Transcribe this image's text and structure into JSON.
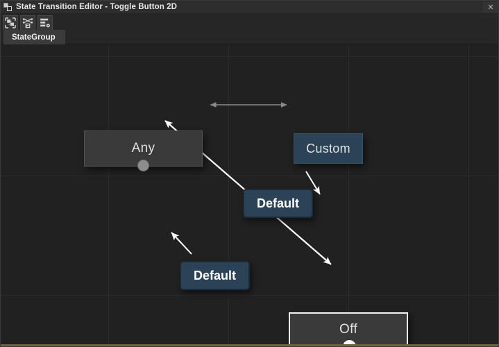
{
  "window": {
    "title": "State Transition Editor - Toggle Button 2D",
    "app_icon": "overlapping-squares-icon",
    "close_label": "✕"
  },
  "toolbar": {
    "buttons": [
      {
        "name": "auto-layout-button",
        "icon": "auto-layout-icon",
        "label": ""
      },
      {
        "name": "shuffle-layout-button",
        "icon": "shuffle-nodes-icon",
        "label": ""
      },
      {
        "name": "list-properties-button",
        "icon": "list-settings-icon",
        "label": ""
      }
    ]
  },
  "tabs": {
    "items": [
      {
        "label": "StateGroup",
        "active": true
      }
    ]
  },
  "canvas": {
    "background_color": "#212121",
    "grid_color": "#2b2b2b",
    "nodes": [
      {
        "id": "any",
        "label": "Any",
        "type": "pseudo-state",
        "fill": "#3a3a3a",
        "border": "#545454",
        "selected": false,
        "handle_color": "#8d8d8d"
      },
      {
        "id": "off",
        "label": "Off",
        "type": "state",
        "fill": "#3a3a3a",
        "border": "#f2f2f2",
        "selected": true,
        "handle_color": "#ffffff"
      },
      {
        "id": "custom",
        "label": "Custom",
        "type": "state",
        "fill": "#2c4256",
        "border": "#395168",
        "selected": false
      }
    ],
    "transitions": [
      {
        "id": "t1",
        "label": "Default",
        "from": "any",
        "to": "off",
        "color": "#2c4256"
      },
      {
        "id": "t2",
        "label": "Default",
        "from": "off",
        "to": "any",
        "color": "#2c4256"
      }
    ],
    "edges": [
      {
        "id": "e-any-custom",
        "style": "double-arrow",
        "color": "#8a8a8a"
      },
      {
        "id": "e-any-off",
        "style": "double-arrow",
        "color": "#ffffff"
      }
    ]
  }
}
